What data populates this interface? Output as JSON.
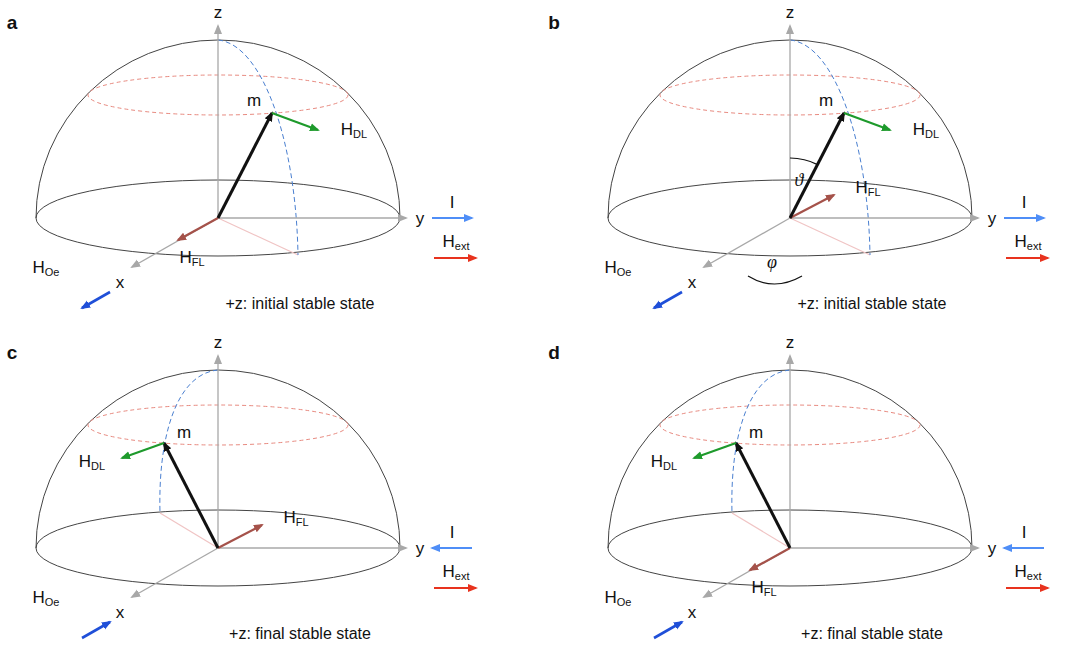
{
  "diagram": {
    "labels": [
      "a",
      "z",
      "m",
      "HDL",
      "y",
      "I",
      "Hext",
      "HOe",
      "x",
      "HFL",
      "+z: initial stable state",
      "b",
      "z",
      "m",
      "HDL",
      "y",
      "I",
      "Hext",
      "HOe",
      "x",
      "HFL",
      "+z: initial stable state",
      "ϑ",
      "φ",
      "c",
      "z",
      "m",
      "HDL",
      "y",
      "I",
      "Hext",
      "HOe",
      "x",
      "HFL",
      "+z: final stable state",
      "d",
      "z",
      "m",
      "HDL",
      "y",
      "I",
      "Hext",
      "HOe",
      "x",
      "HFL",
      "+z: final stable state"
    ]
  }
}
